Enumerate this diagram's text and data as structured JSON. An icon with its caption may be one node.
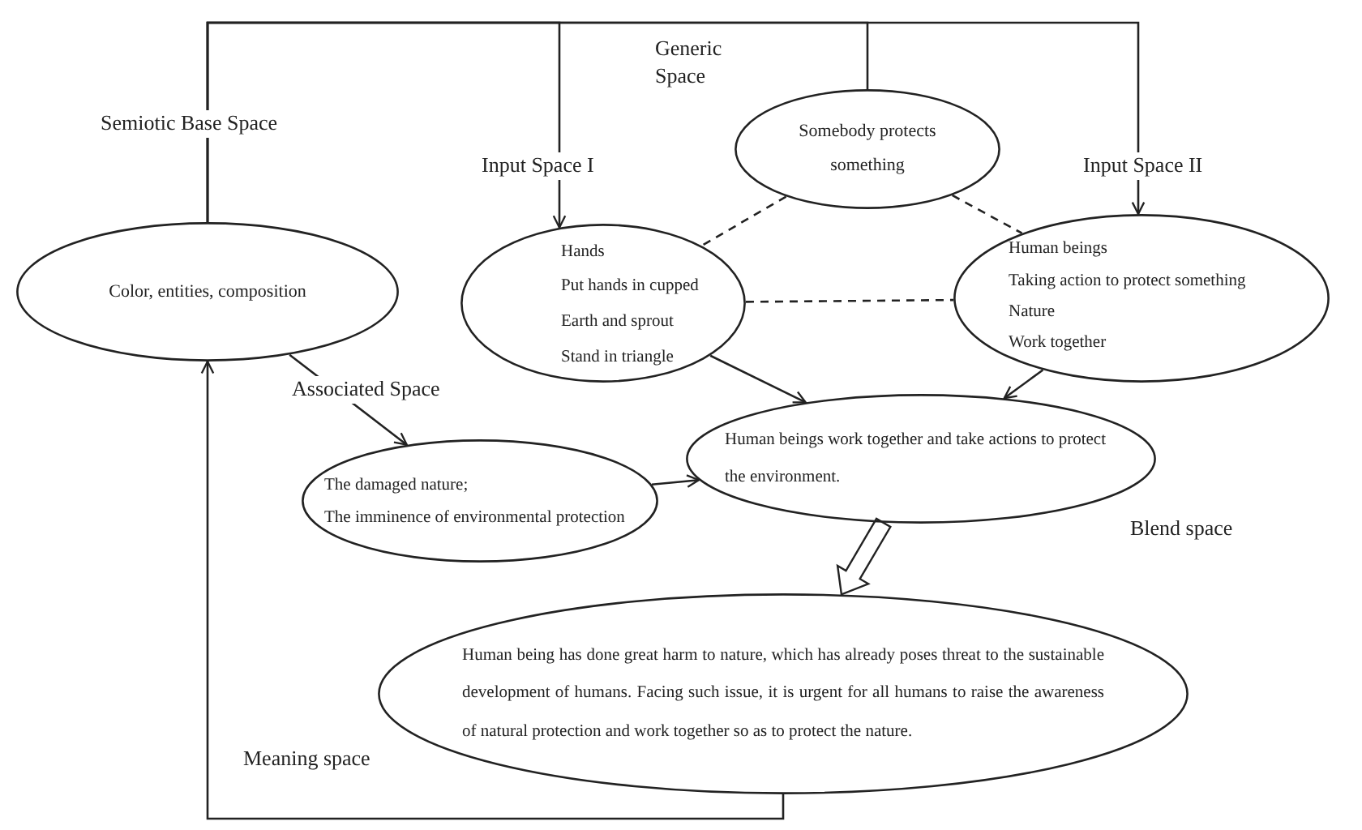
{
  "diagram": {
    "nodes": [
      {
        "text": [
          "Color, entities, composition"
        ]
      },
      {
        "text": [
          "Somebody protects something"
        ],
        "beside": [
          "Generic Space"
        ]
      },
      {
        "text": [
          "Hands",
          "Put hands in cupped",
          "Earth and sprout",
          "Stand in triangle"
        ],
        "beside": [
          "Input Space I"
        ]
      },
      {
        "text": [
          "Human beings",
          "Taking action to protect something",
          "Nature",
          "Work together"
        ],
        "beside": [
          "Input Space II"
        ]
      },
      {
        "text": [
          "The damaged nature;",
          "The imminence of environmental protection"
        ]
      },
      {
        "text": [
          "Human beings work together and take actions to protect the environment."
        ],
        "beside": [
          "Blend space"
        ]
      },
      {
        "text": [
          "Human being has done great harm to nature, which has already poses threat to the sustainable development of humans. Facing such issue, it is urgent for all humans to raise the awareness of natural protection and work together so as to protect the nature."
        ],
        "beside": [
          "Meaning space"
        ]
      }
    ],
    "edges": [
      {
        "from": 0,
        "to": 2,
        "arrow": "to"
      },
      {
        "from": 0,
        "to": 1,
        "arrow": "none"
      },
      {
        "from": 0,
        "to": 3,
        "arrow": "to"
      },
      {
        "from": 0,
        "to": 4,
        "arrow": "to"
      },
      {
        "from": 1,
        "to": 2,
        "arrow": "none",
        "style": "dashed"
      },
      {
        "from": 1,
        "to": 3,
        "arrow": "none",
        "style": "dashed"
      },
      {
        "from": 2,
        "to": 3,
        "arrow": "none",
        "style": "dashed"
      },
      {
        "from": 2,
        "to": 5,
        "arrow": "to"
      },
      {
        "from": 3,
        "to": 5,
        "arrow": "to"
      },
      {
        "from": 4,
        "to": 5,
        "arrow": "to"
      },
      {
        "from": 5,
        "to": 6,
        "arrow": "to",
        "style": "thick"
      },
      {
        "from": 6,
        "to": 0,
        "arrow": "to"
      }
    ],
    "labels": [
      "Semiotic Base Space",
      "Associated Space"
    ]
  }
}
